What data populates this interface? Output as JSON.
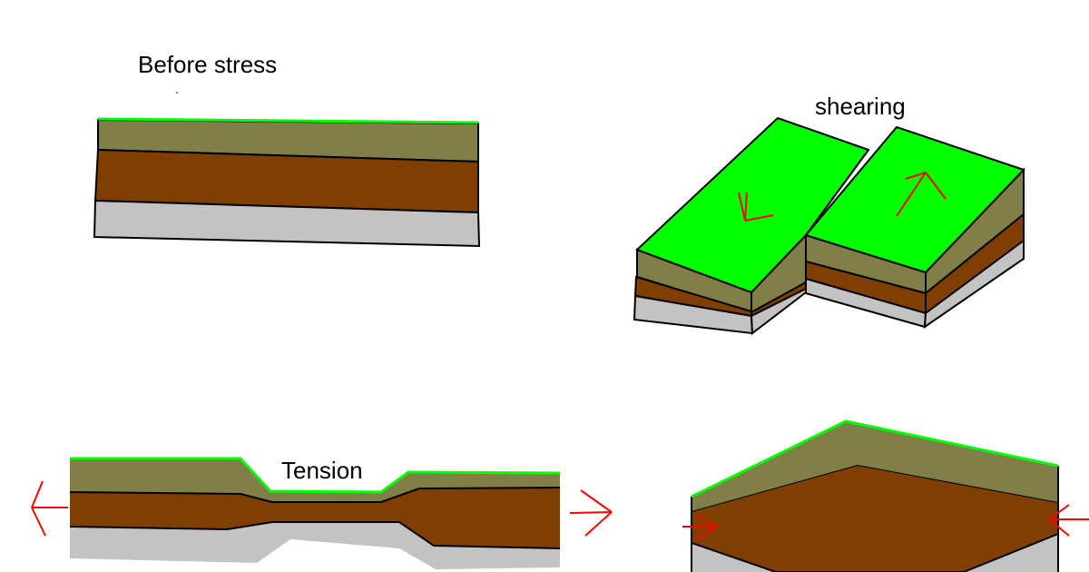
{
  "labels": {
    "before_stress": "Before stress",
    "shearing": "shearing",
    "tension": "Tension"
  },
  "panels": [
    {
      "id": "before-stress",
      "stress": "none"
    },
    {
      "id": "shearing",
      "stress": "shearing"
    },
    {
      "id": "tension",
      "stress": "tension"
    },
    {
      "id": "compression",
      "stress": "compression"
    }
  ],
  "colors": {
    "grass": "#00ff00",
    "top_layer": "#7f7f47",
    "middle_layer": "#7f3f00",
    "bottom_layer": "#c3c3c3",
    "outline": "#000000",
    "arrow": "#ff0000"
  }
}
